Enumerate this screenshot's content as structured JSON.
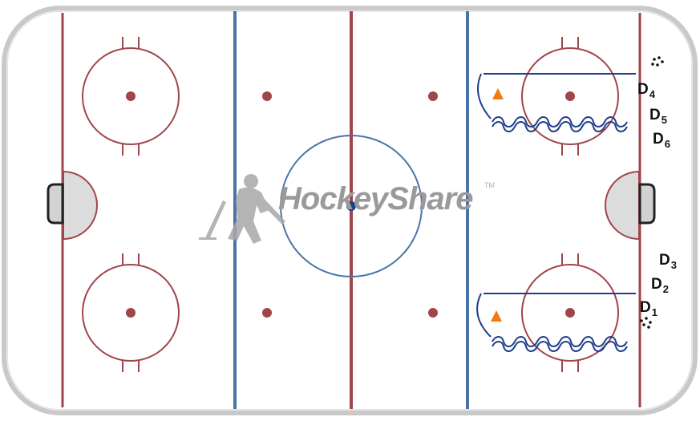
{
  "colors": {
    "red_line": "#a0454a",
    "blue_line": "#4a74a8",
    "rink_border": "#c9c9c9",
    "drill_line": "#1f3f8a",
    "cone": "#f07a10",
    "puck": "#111111",
    "watermark": "#9a9a9a"
  },
  "watermark": {
    "brand": "HockeyShare",
    "tm": "TM",
    "icon": "hockey-player-icon"
  },
  "players": [
    {
      "letter": "D",
      "sub": "4"
    },
    {
      "letter": "D",
      "sub": "5"
    },
    {
      "letter": "D",
      "sub": "6"
    },
    {
      "letter": "D",
      "sub": "3"
    },
    {
      "letter": "D",
      "sub": "2"
    },
    {
      "letter": "D",
      "sub": "1"
    }
  ]
}
